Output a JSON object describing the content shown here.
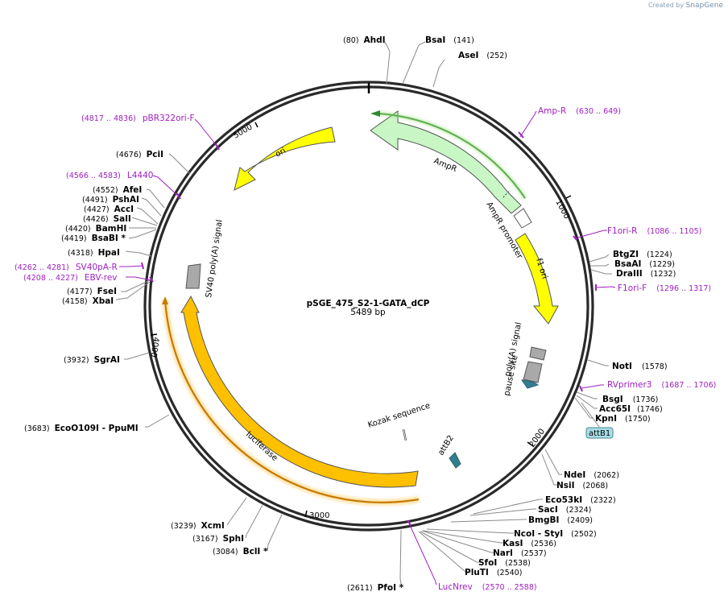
{
  "brand": {
    "created_by": "Created by",
    "name": "SnapGene"
  },
  "plasmid": {
    "name": "pSGE_475_S2-1-GATA_dCP",
    "length": "5489 bp"
  },
  "ticks": [
    "1000",
    "2000",
    "3000",
    "4000",
    "5000"
  ],
  "features": {
    "ampr": "AmpR",
    "ampr_promoter": "AmpR promoter",
    "f1ori": "f1 ori",
    "ori": "ori",
    "sv40": "SV40 poly(A) signal",
    "polya": "poly(A) signal",
    "pause": "pause site",
    "luciferase": "luciferase",
    "kozak": "Kozak sequence",
    "attb2": "attB2",
    "attb1": "attB1"
  },
  "sites": [
    {
      "name": "AhdI",
      "pos": "(80)"
    },
    {
      "name": "BsaI",
      "pos": "(141)"
    },
    {
      "name": "AseI",
      "pos": "(252)"
    },
    {
      "name": "BtgZI",
      "pos": "(1224)"
    },
    {
      "name": "BsaAI",
      "pos": "(1229)"
    },
    {
      "name": "DraIII",
      "pos": "(1232)"
    },
    {
      "name": "NotI",
      "pos": "(1578)"
    },
    {
      "name": "BsgI",
      "pos": "(1736)"
    },
    {
      "name": "Acc65I",
      "pos": "(1746)"
    },
    {
      "name": "KpnI",
      "pos": "(1750)"
    },
    {
      "name": "NdeI",
      "pos": "(2062)"
    },
    {
      "name": "NsiI",
      "pos": "(2068)"
    },
    {
      "name": "Eco53kI",
      "pos": "(2322)"
    },
    {
      "name": "SacI",
      "pos": "(2324)"
    },
    {
      "name": "BmgBI",
      "pos": "(2409)"
    },
    {
      "name": "NcoI  - StyI",
      "pos": "(2502)"
    },
    {
      "name": "KasI",
      "pos": "(2536)"
    },
    {
      "name": "NarI",
      "pos": "(2537)"
    },
    {
      "name": "SfoI",
      "pos": "(2538)"
    },
    {
      "name": "PluTI",
      "pos": "(2540)"
    },
    {
      "name": "PfoI *",
      "pos": "(2611)"
    },
    {
      "name": "BclI *",
      "pos": "(3084)"
    },
    {
      "name": "SphI",
      "pos": "(3167)"
    },
    {
      "name": "XcmI",
      "pos": "(3239)"
    },
    {
      "name": "EcoO109I   - PpuMI",
      "pos": "(3683)"
    },
    {
      "name": "SgrAI",
      "pos": "(3932)"
    },
    {
      "name": "XbaI",
      "pos": "(4158)"
    },
    {
      "name": "FseI",
      "pos": "(4177)"
    },
    {
      "name": "HpaI",
      "pos": "(4318)"
    },
    {
      "name": "BsaBI *",
      "pos": "(4419)"
    },
    {
      "name": "BamHI",
      "pos": "(4420)"
    },
    {
      "name": "SalI",
      "pos": "(4426)"
    },
    {
      "name": "AccI",
      "pos": "(4427)"
    },
    {
      "name": "PshAI",
      "pos": "(4491)"
    },
    {
      "name": "AfeI",
      "pos": "(4552)"
    },
    {
      "name": "PciI",
      "pos": "(4676)"
    }
  ],
  "primers": [
    {
      "name": "Amp-R",
      "range": "(630 .. 649)"
    },
    {
      "name": "F1ori-R",
      "range": "(1086 .. 1105)"
    },
    {
      "name": "F1ori-F",
      "range": "(1296 .. 1317)"
    },
    {
      "name": "RVprimer3",
      "range": "(1687 .. 1706)"
    },
    {
      "name": "LucNrev",
      "range": "(2570 .. 2588)"
    },
    {
      "name": "EBV-rev",
      "range": "(4208 .. 4227)"
    },
    {
      "name": "SV40pA-R",
      "range": "(4262 .. 4281)"
    },
    {
      "name": "L4440",
      "range": "(4566 .. 4583)"
    },
    {
      "name": "pBR322ori-F",
      "range": "(4817 .. 4836)"
    }
  ],
  "colors": {
    "backbone": "#2a2a2a",
    "ampr": "#c8f7c5",
    "ori": "#ffff00",
    "luciferase": "#ffc000",
    "primer": "#a020c0",
    "attb": "#4a9bb0",
    "polya": "#a9a9a9"
  }
}
